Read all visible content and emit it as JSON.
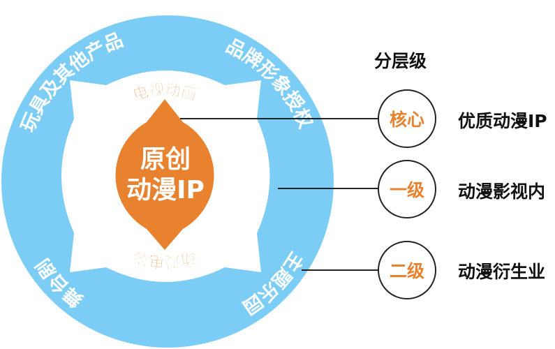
{
  "core": {
    "line1": "原创",
    "line2": "动漫IP"
  },
  "inner_labels": {
    "top": "电视动画",
    "bottom": "动漫电影"
  },
  "ring_labels": {
    "top_left": "玩具及其他产品",
    "top_right": "品牌形象授权",
    "bottom_left": "舞台剧",
    "bottom_right": "主题乐园"
  },
  "legend": {
    "heading": "分层级",
    "levels": [
      {
        "badge": "核心",
        "desc": "优质动漫IP"
      },
      {
        "badge": "一级",
        "desc": "动漫影视内"
      },
      {
        "badge": "二级",
        "desc": "动漫衍生业"
      }
    ]
  },
  "colors": {
    "ring": "#7ccdf5",
    "core": "#e8822f",
    "text_accent": "#e8822f"
  }
}
